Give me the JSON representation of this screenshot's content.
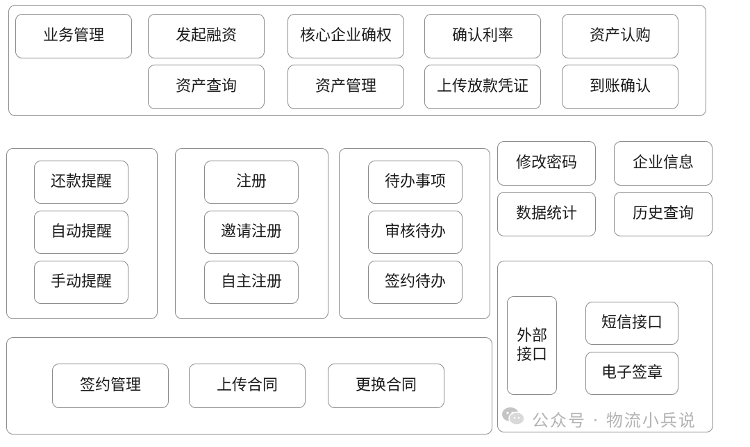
{
  "top_module": {
    "title": "业务管理",
    "row1": [
      "发起融资",
      "核心企业确权",
      "确认利率",
      "资产认购"
    ],
    "row2": [
      "资产查询",
      "资产管理",
      "上传放款凭证",
      "到账确认"
    ]
  },
  "reminder_module": {
    "items": [
      "还款提醒",
      "自动提醒",
      "手动提醒"
    ]
  },
  "register_module": {
    "items": [
      "注册",
      "邀请注册",
      "自主注册"
    ]
  },
  "todo_module": {
    "items": [
      "待办事项",
      "审核待办",
      "签约待办"
    ]
  },
  "account_items": [
    "修改密码",
    "企业信息",
    "数据统计",
    "历史查询"
  ],
  "interface_module": {
    "title": "外部\n接口",
    "items": [
      "短信接口",
      "电子签章"
    ]
  },
  "contract_module": {
    "items": [
      "签约管理",
      "上传合同",
      "更换合同"
    ]
  },
  "watermark": {
    "text": "公众号 · 物流小兵说",
    "icon": "wechat-icon"
  }
}
